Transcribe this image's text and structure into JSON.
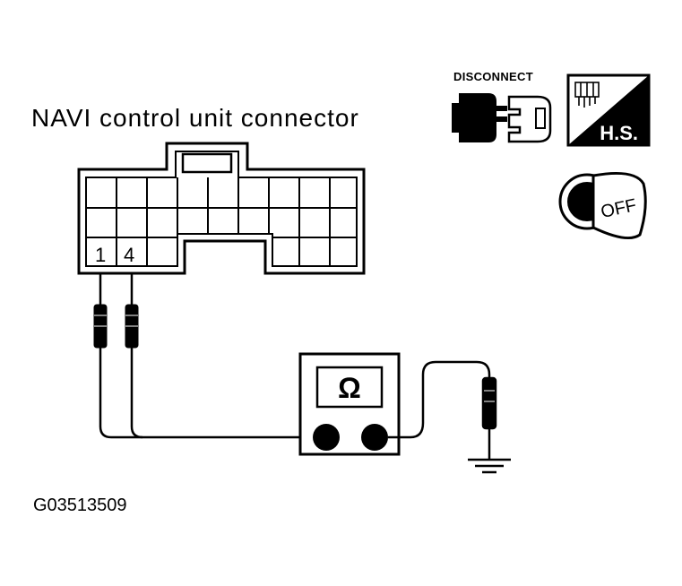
{
  "diagram": {
    "title": "NAVI control unit connector",
    "figure_id": "G03513509",
    "connector": {
      "pin_labels": [
        "1",
        "4"
      ]
    },
    "meter": {
      "symbol": "Ω"
    },
    "icons": {
      "disconnect_label": "DISCONNECT",
      "harness_side_label": "H.S.",
      "ignition_label": "OFF"
    }
  }
}
